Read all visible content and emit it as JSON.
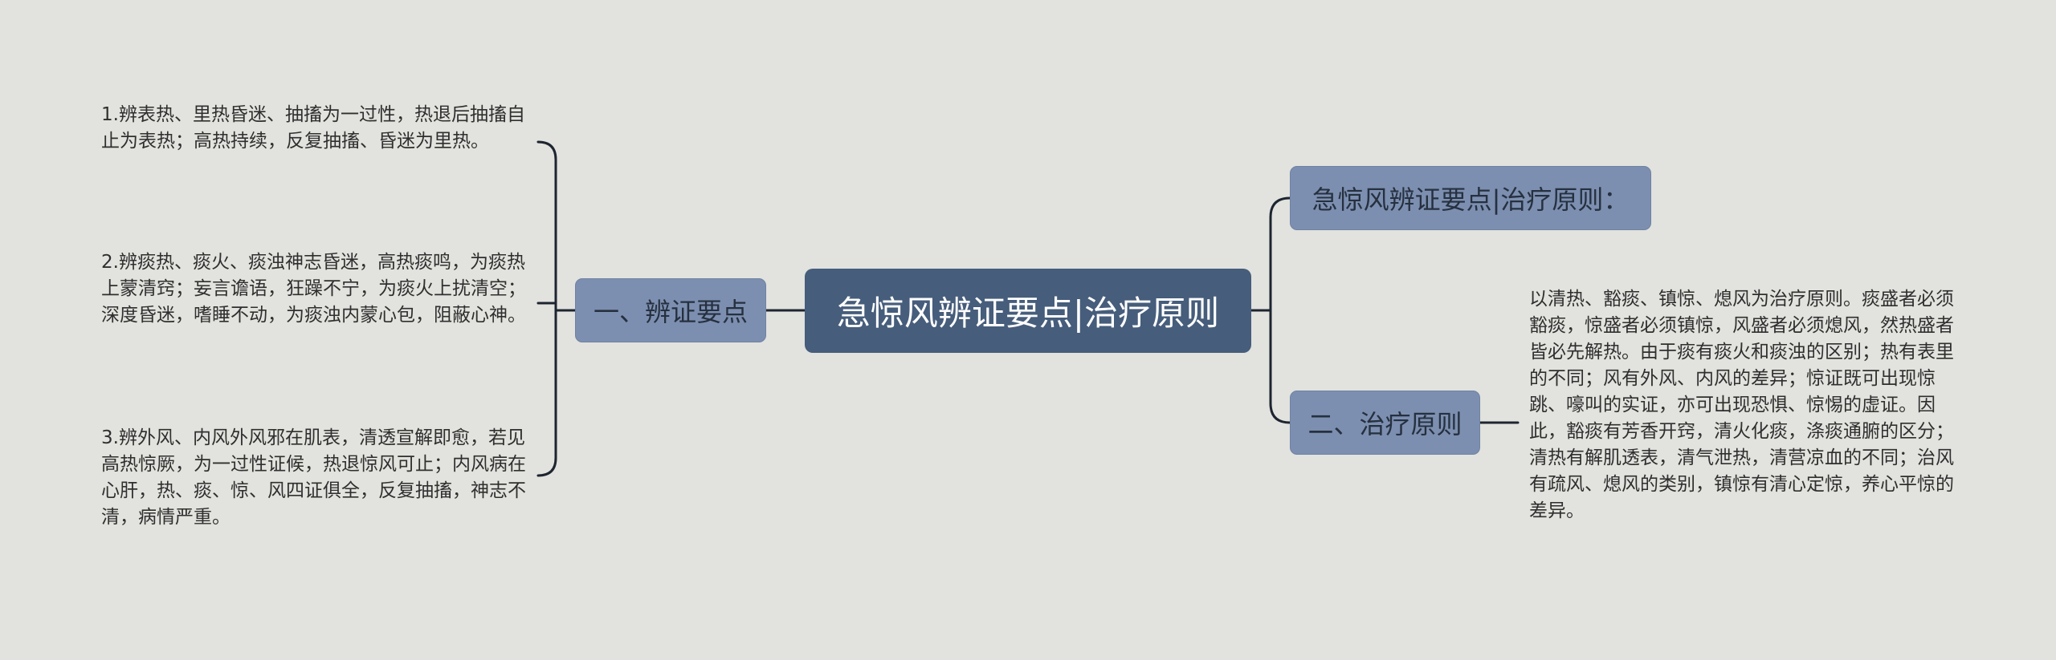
{
  "mindmap": {
    "root": "急惊风辨证要点|治疗原则",
    "left_branch": {
      "label": "一、辨证要点",
      "items": [
        "1.辨表热、里热昏迷、抽搐为一过性，热退后抽搐自止为表热；高热持续，反复抽搐、昏迷为里热。",
        "2.辨痰热、痰火、痰浊神志昏迷，高热痰鸣，为痰热上蒙清窍；妄言谵语，狂躁不宁，为痰火上扰清空；深度昏迷，嗜睡不动，为痰浊内蒙心包，阻蔽心神。",
        "3.辨外风、内风外风邪在肌表，清透宣解即愈，若见高热惊厥，为一过性证候，热退惊风可止；内风病在心肝，热、痰、惊、风四证俱全，反复抽搐，神志不清，病情严重。"
      ]
    },
    "right_top": {
      "label": "急惊风辨证要点|治疗原则："
    },
    "right_bottom": {
      "label": "二、治疗原则",
      "text": "以清热、豁痰、镇惊、熄风为治疗原则。痰盛者必须豁痰，惊盛者必须镇惊，风盛者必须熄风，然热盛者皆必先解热。由于痰有痰火和痰浊的区别；热有表里的不同；风有外风、内风的差异；惊证既可出现惊跳、嚎叫的实证，亦可出现恐惧、惊惕的虚证。因此，豁痰有芳香开窍，清火化痰，涤痰通腑的区分；清热有解肌透表，清气泄热，清营凉血的不同；治风有疏风、熄风的类别，镇惊有清心定惊，养心平惊的差异。"
    }
  },
  "colors": {
    "background": "#e2e2de",
    "root_fill": "#465d7b",
    "branch_fill": "#7c8fb0",
    "connector": "#1d2530"
  }
}
